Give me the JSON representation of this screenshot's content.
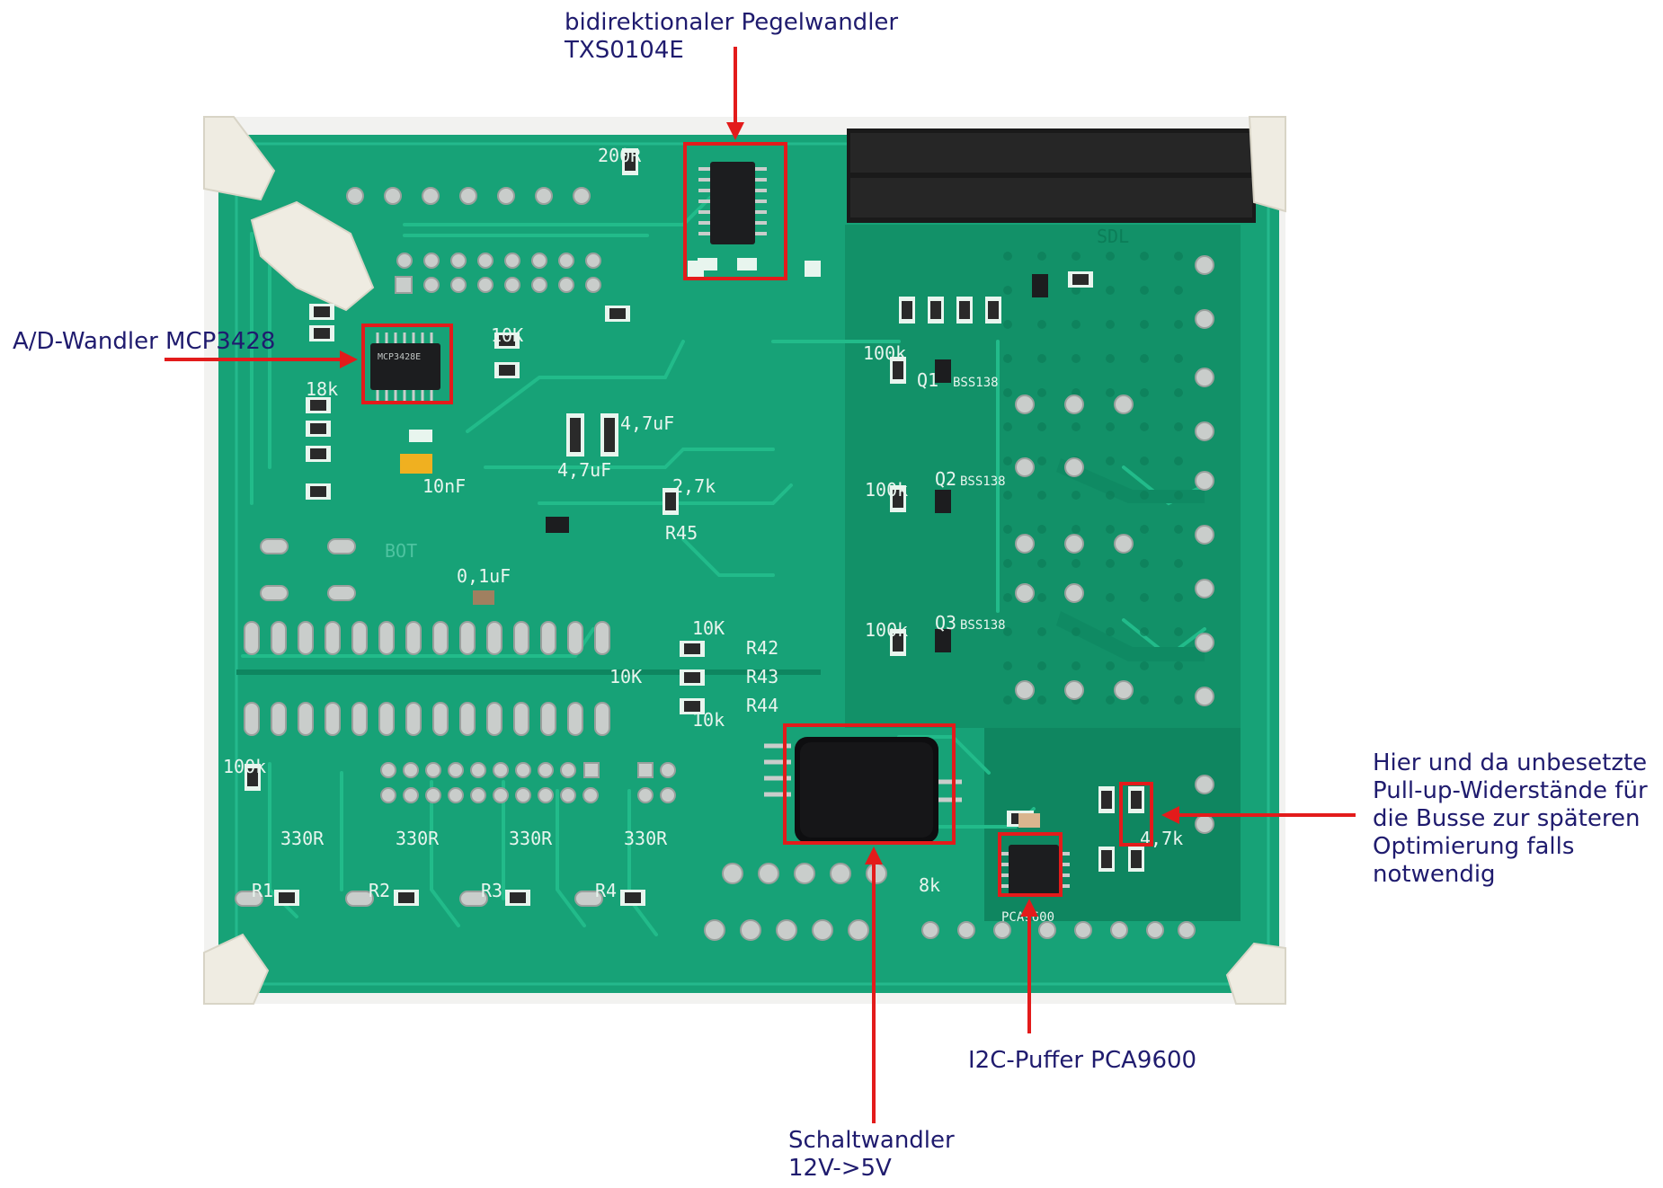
{
  "annotations": {
    "level_shifter": {
      "line1": "bidirektionaler Pegelwandler",
      "line2": "TXS0104E"
    },
    "adc": {
      "text": "A/D-Wandler MCP3428"
    },
    "pullups": {
      "line1": "Hier und da unbesetzte",
      "line2": "Pull-up-Widerstände für",
      "line3": "die Busse zur späteren",
      "line4": "Optimierung falls",
      "line5": "notwendig"
    },
    "i2c_buffer": {
      "text": "I2C-Puffer PCA9600"
    },
    "regulator": {
      "line1": "Schaltwandler",
      "line2": "12V->5V"
    }
  },
  "board_markings": {
    "r_200k": "200R",
    "r_100k_a": "100k",
    "r_100k_b": "100k",
    "r_100k_c": "100k",
    "r_100k_d": "100k",
    "r_10k_a": "10K",
    "r_10k_b": "10K",
    "r_10k_c": "10k",
    "r_10k_d": "10K",
    "r_330_1": "330R",
    "r_330_2": "330R",
    "r_330_3": "330R",
    "r_330_4": "330R",
    "r1": "R1",
    "r2": "R2",
    "r3": "R3",
    "r4": "R4",
    "r42": "R42",
    "r43": "R43",
    "r44": "R44",
    "r45": "R45",
    "bot": "BOT",
    "cap_01uf": "0,1uF",
    "cap_47uf_a": "4,7uF",
    "cap_47uf_b": "4,7uF",
    "cap_10nf": "10nF",
    "r_27k": "2,7k",
    "r_47k": "4,7k",
    "bss138_a": "BSS138",
    "bss138_b": "BSS138",
    "bss138_c": "BSS138",
    "chip_mcp": "MCP3428E",
    "chip_pca": "PCA9600",
    "sdl": "SDL",
    "r_18k": "18k",
    "r_8k": "8k",
    "q1": "Q1",
    "q2": "Q2",
    "q3": "Q3"
  },
  "colors": {
    "pcb": "#17a277",
    "pcb_dark": "#0f8a63",
    "trace": "#1bb585",
    "silkscreen": "#e8f5ee",
    "pad": "#c9cdcb",
    "chip": "#1c1d1f",
    "header": "#1a1a1a",
    "annotation_red": "#e31b1b",
    "annotation_text": "#1f1b6e",
    "standoff": "#efece2"
  }
}
